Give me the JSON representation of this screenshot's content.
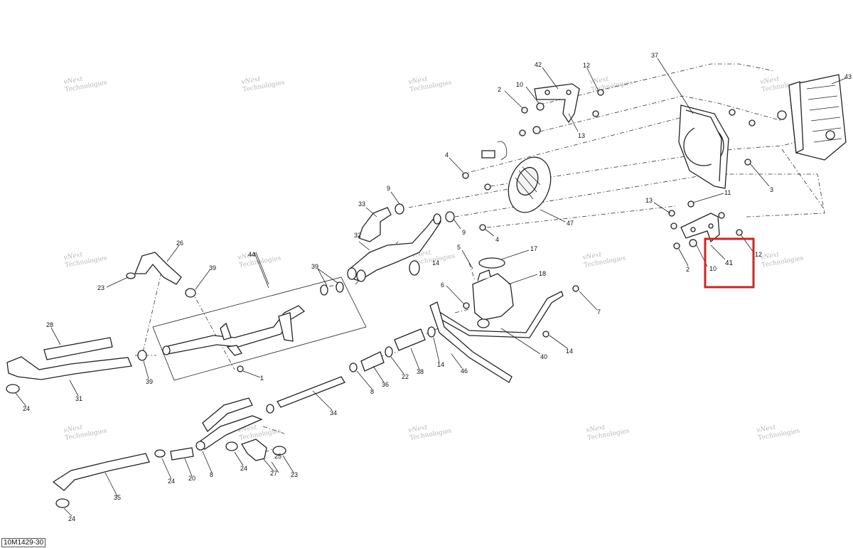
{
  "figure_ref": "10M1429-30",
  "watermark": {
    "line1": "vNext",
    "line2": "Technologies"
  },
  "callouts": {
    "c1": "1",
    "c2a": "2",
    "c2b": "2",
    "c3": "3",
    "c4a": "4",
    "c4b": "4",
    "c5": "5",
    "c6": "6",
    "c7": "7",
    "c8a": "8",
    "c8b": "8",
    "c9a": "9",
    "c9b": "9",
    "c10a": "10",
    "c10b": "10",
    "c11": "11",
    "c12a": "12",
    "c12b": "12",
    "c13a": "13",
    "c13b": "13",
    "c14a": "14",
    "c14b": "14",
    "c14c": "14",
    "c17": "17",
    "c18": "18",
    "c20": "20",
    "c22": "22",
    "c23a": "23",
    "c23b": "23",
    "c24a": "24",
    "c24b": "24",
    "c24c": "24",
    "c24d": "24",
    "c25": "25",
    "c26": "26",
    "c27": "27",
    "c28": "28",
    "c31": "31",
    "c32": "32",
    "c33": "33",
    "c34": "34",
    "c35": "35",
    "c36": "36",
    "c37": "37",
    "c38": "38",
    "c39a": "39",
    "c39b": "39",
    "c39c": "39",
    "c40": "40",
    "c41": "41",
    "c42": "42",
    "c43": "43",
    "c44": "44",
    "c46": "46",
    "c47": "47"
  },
  "highlight": {
    "part": "41",
    "color": "#d32222"
  }
}
